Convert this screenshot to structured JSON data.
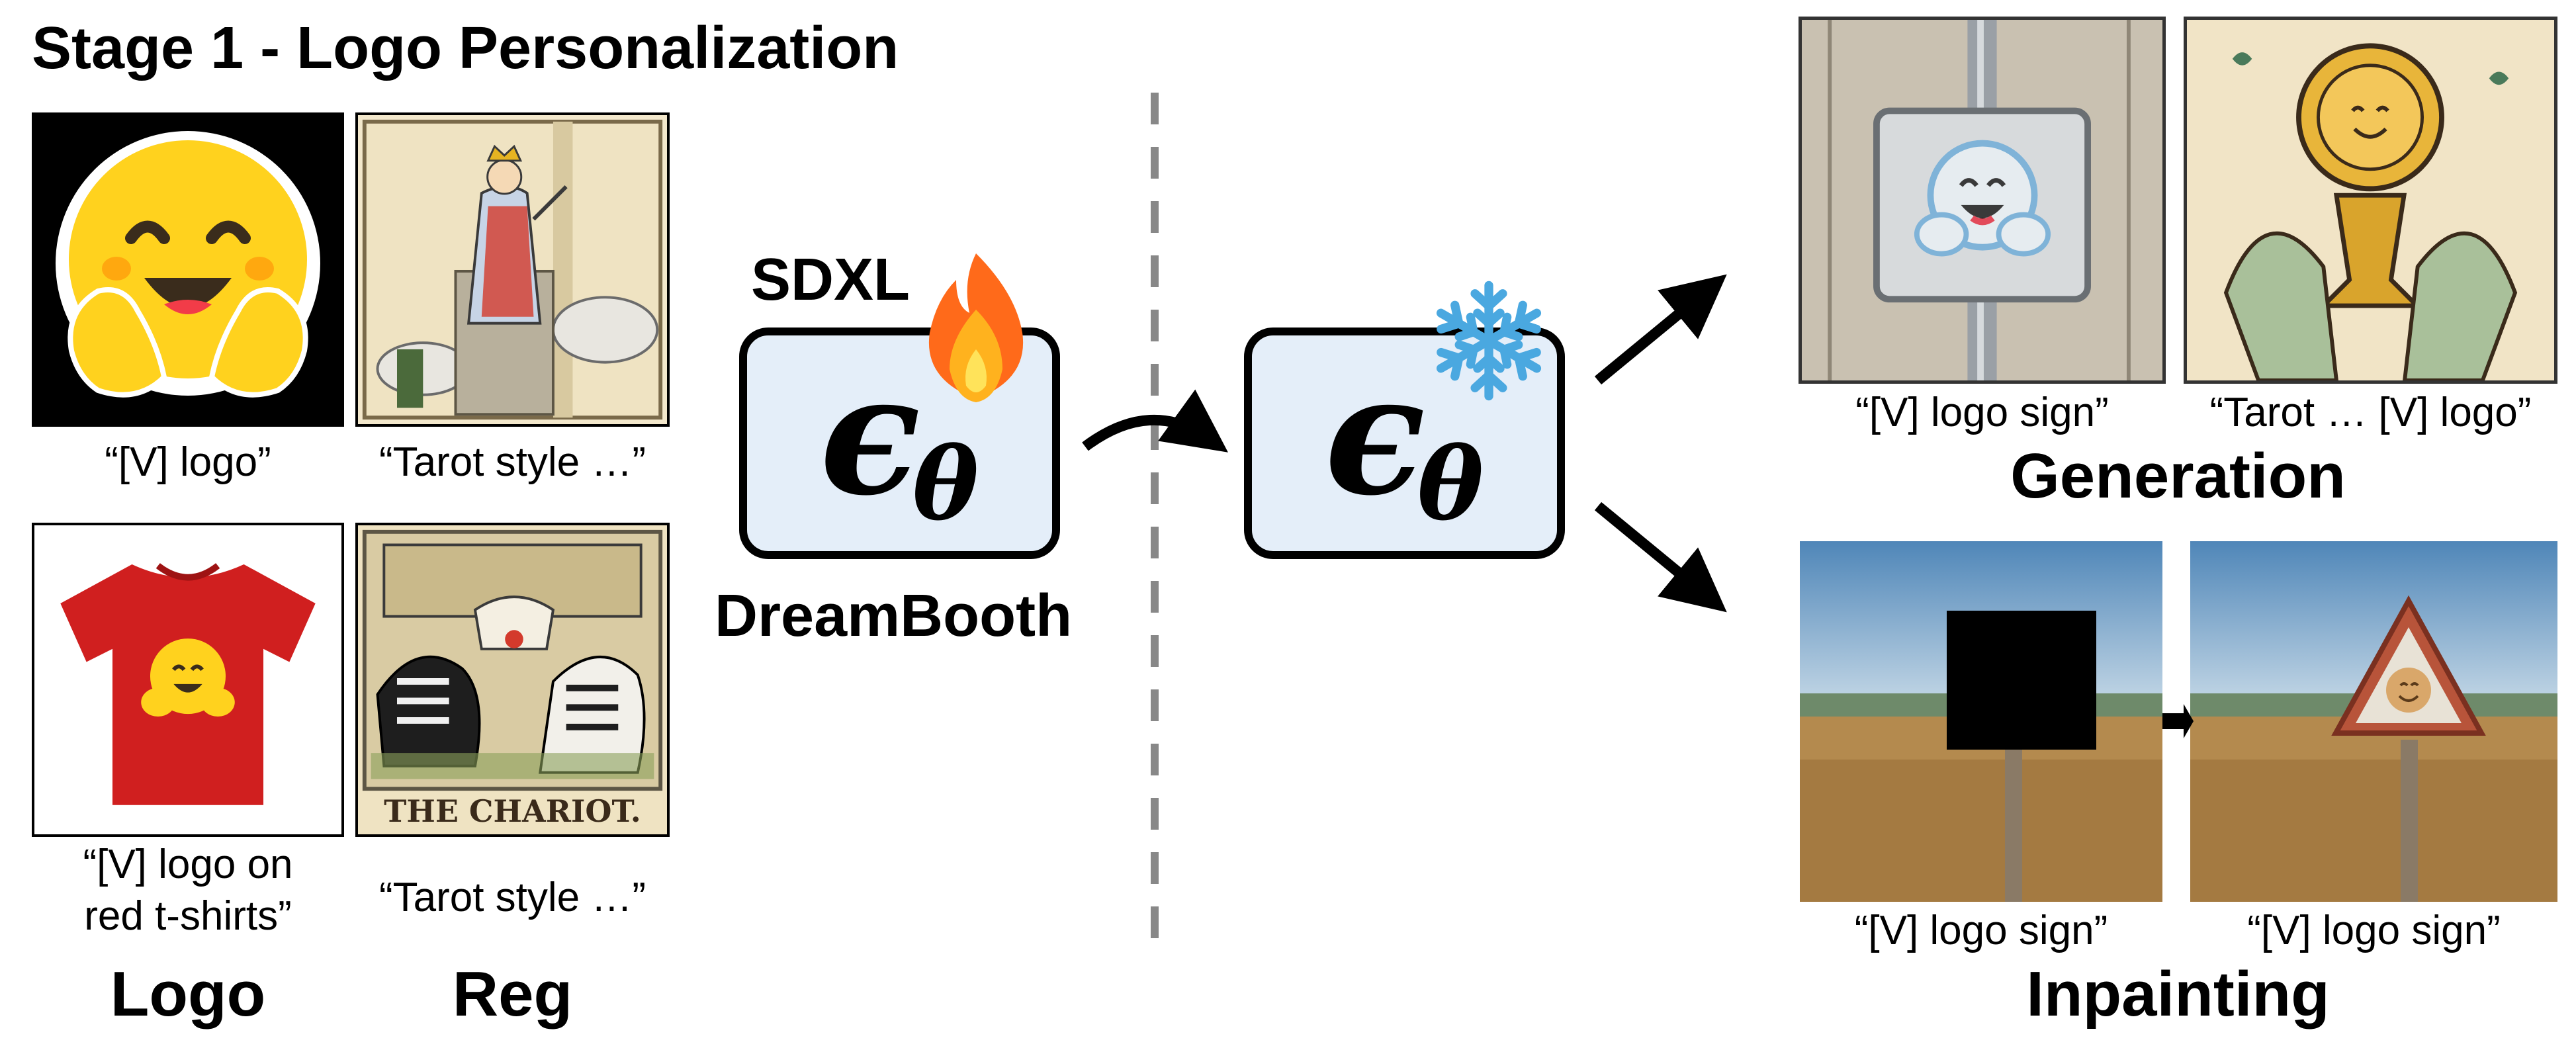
{
  "stage_title": "Stage 1 - Logo Personalization",
  "logo_column": {
    "label": "Logo",
    "captions": [
      "“[V] logo”",
      "“[V] logo on",
      "red t-shirts”"
    ]
  },
  "reg_column": {
    "label": "Reg",
    "captions": [
      "“Tarot style …”",
      "“Tarot style …”"
    ],
    "card_title": "THE CHARIOT."
  },
  "training": {
    "model_name": "SDXL",
    "method_name": "DreamBooth",
    "symbol": "ϵ",
    "subscript": "θ",
    "state_icon": "fire-icon"
  },
  "frozen": {
    "symbol": "ϵ",
    "subscript": "θ",
    "state_icon": "snowflake-icon"
  },
  "generation": {
    "label": "Generation",
    "captions": [
      "“[V] logo sign”",
      "“Tarot  … [V] logo”"
    ]
  },
  "inpainting": {
    "label": "Inpainting",
    "captions": [
      "“[V] logo sign”",
      "“[V] logo sign”"
    ]
  },
  "colors": {
    "model_box_fill": "#e4eef9",
    "logo_yellow": "#ffd21e",
    "tshirt_red": "#d01f1f",
    "fire_orange": "#ff6a1a",
    "snowflake_blue": "#4aa8e0",
    "divider_gray": "#888888"
  }
}
